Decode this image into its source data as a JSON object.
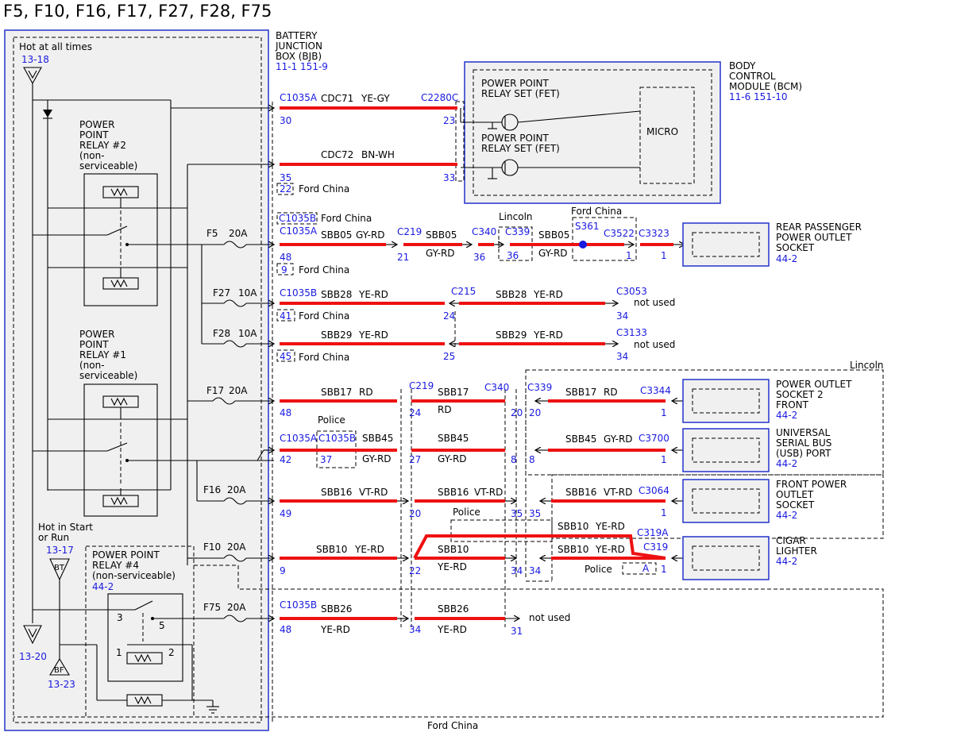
{
  "title": "F5, F10, F16, F17, F27, F28, F75",
  "colors": {
    "wire": "#ee1111",
    "connector": "#1a1ae0",
    "module_border": "#2233cc",
    "module_fill": "#f0f0f0"
  },
  "bjb": {
    "line1": "BATTERY",
    "line2": "JUNCTION",
    "line3": "BOX (BJB)",
    "ref": "11-1  151-9"
  },
  "hot_all": {
    "label": "Hot at all times",
    "ref": "13-18"
  },
  "hot_run": {
    "line1": "Hot in Start",
    "line2": "or Run",
    "ref": "13-17"
  },
  "bottom_refs": {
    "left": "13-20",
    "right": "13-23",
    "bt": "BT",
    "bf": "BF"
  },
  "relay2": {
    "l1": "POWER",
    "l2": "POINT",
    "l3": "RELAY #2",
    "l4": "(non-",
    "l5": "serviceable)"
  },
  "relay1": {
    "l1": "POWER",
    "l2": "POINT",
    "l3": "RELAY #1",
    "l4": "(non-",
    "l5": "serviceable)"
  },
  "relay4": {
    "l1": "POWER POINT",
    "l2": "RELAY #4",
    "l3": "(non-serviceable)",
    "ref": "44-2",
    "p1": "1",
    "p2": "2",
    "p3": "3",
    "p5": "5"
  },
  "bcm": {
    "l1": "BODY",
    "l2": "CONTROL",
    "l3": "MODULE (BCM)",
    "ref": "11-6  151-10",
    "fet": "POWER POINT",
    "fet2": "RELAY SET (FET)",
    "micro": "MICRO"
  },
  "fuses": {
    "f5": "F5",
    "f5a": "20A",
    "f27": "F27",
    "f27a": "10A",
    "f28": "F28",
    "f28a": "10A",
    "f17": "F17",
    "f17a": "20A",
    "f16": "F16",
    "f16a": "20A",
    "f10": "F10",
    "f10a": "20A",
    "f75": "F75",
    "f75a": "20A"
  },
  "circuits": {
    "cdc71": "CDC71",
    "cdc71c": "YE-GY",
    "cdc72": "CDC72",
    "cdc72c": "BN-WH",
    "sbb05": "SBB05",
    "gyrd": "GY-RD",
    "sbb28": "SBB28",
    "sbb29": "SBB29",
    "yerd": "YE-RD",
    "sbb17": "SBB17",
    "rd": "RD",
    "sbb45": "SBB45",
    "sbb16": "SBB16",
    "vtrd": "VT-RD",
    "sbb10": "SBB10",
    "sbb26": "SBB26"
  },
  "connectors": {
    "c1035a": "C1035A",
    "c1035b": "C1035B",
    "c2280c": "C2280C",
    "c219": "C219",
    "c340": "C340",
    "c339": "C339",
    "s361": "S361",
    "c3522": "C3522",
    "c3323": "C3323",
    "c215": "C215",
    "c3053": "C3053",
    "c3133": "C3133",
    "c3344": "C3344",
    "c3700": "C3700",
    "c3064": "C3064",
    "c319a": "C319A",
    "c319": "C319"
  },
  "pins": {
    "p30": "30",
    "p23": "23",
    "p35": "35",
    "p33": "33",
    "p22": "22",
    "p48": "48",
    "p21": "21",
    "p36": "36",
    "p1": "1",
    "p9": "9",
    "p41": "41",
    "p24": "24",
    "p34": "34",
    "p45": "45",
    "p25": "25",
    "p20": "20",
    "p42": "42",
    "p37": "37",
    "p27": "27",
    "p8": "8",
    "p49": "49",
    "pA": "A",
    "p31": "31"
  },
  "notes": {
    "fordchina": "Ford China",
    "lincoln": "Lincoln",
    "police": "Police",
    "notused": "not used"
  },
  "components": {
    "rear_l1": "REAR PASSENGER",
    "rear_l2": "POWER OUTLET",
    "rear_l3": "SOCKET",
    "rear_ref": "44-2",
    "ps2_l1": "POWER OUTLET",
    "ps2_l2": "SOCKET 2",
    "ps2_l3": "FRONT",
    "ps2_ref": "44-2",
    "usb_l1": "UNIVERSAL",
    "usb_l2": "SERIAL BUS",
    "usb_l3": "(USB) PORT",
    "usb_ref": "44-2",
    "fps_l1": "FRONT POWER",
    "fps_l2": "OUTLET",
    "fps_l3": "SOCKET",
    "fps_ref": "44-2",
    "cig_l1": "CIGAR",
    "cig_l2": "LIGHTER",
    "cig_ref": "44-2"
  }
}
